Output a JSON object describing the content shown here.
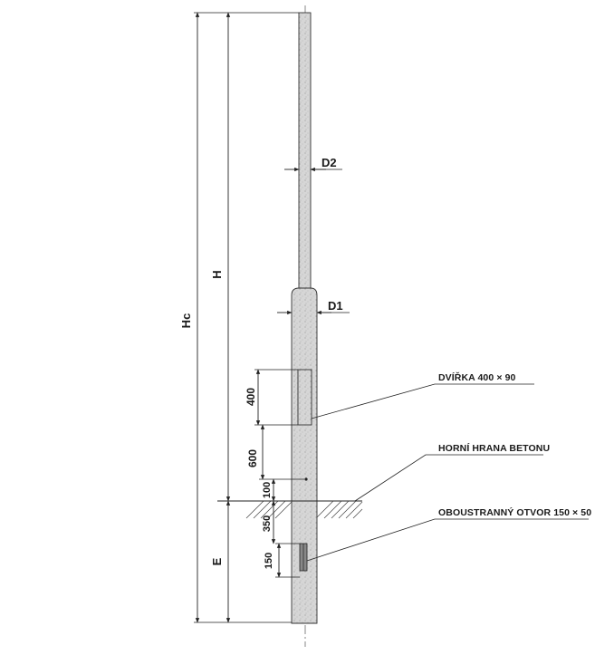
{
  "dimensions": {
    "hc": "Hc",
    "h": "H",
    "e": "E",
    "d1": "D1",
    "d2": "D2",
    "door_height": "400",
    "door_offset": "600",
    "concrete_offset": "100",
    "hole_offset": "350",
    "hole_height": "150"
  },
  "callouts": {
    "door": "DVÍŘKA 400 × 90",
    "concrete": "HORNÍ HRANA BETONU",
    "hole": "OBOUSTRANNÝ OTVOR 150 × 50"
  },
  "colors": {
    "pole_fill": "#d8d8d8",
    "line": "#222222",
    "ground_hatch": "#444444"
  }
}
